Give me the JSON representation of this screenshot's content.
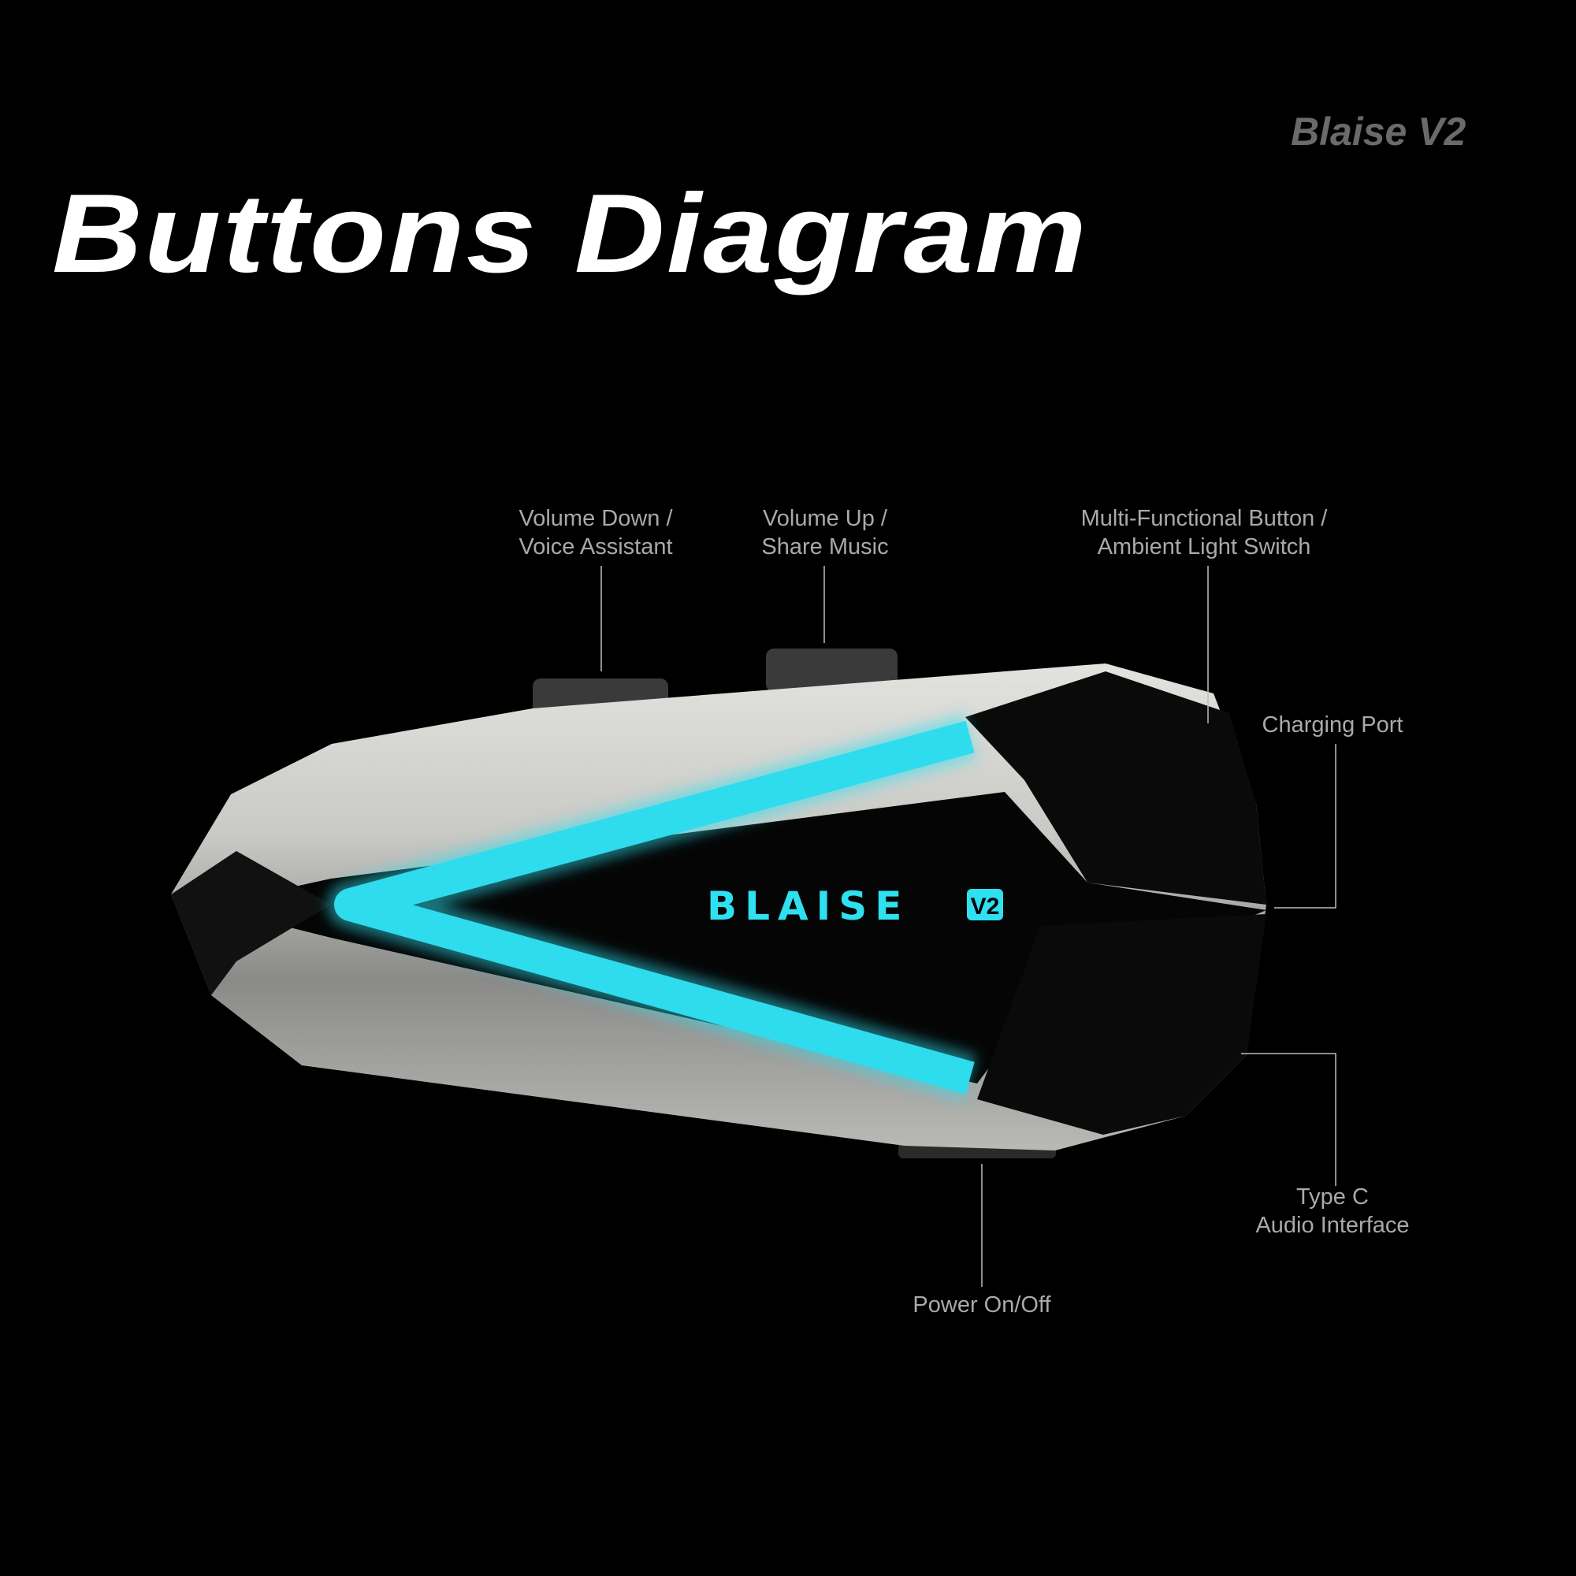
{
  "brand": "Blaise V2",
  "title": "Buttons Diagram",
  "device_logo": {
    "text": "BLAISE",
    "badge": "V2"
  },
  "labels": {
    "volume_down": [
      "Volume Down /",
      "Voice Assistant"
    ],
    "volume_up": [
      "Volume Up /",
      "Share Music"
    ],
    "multi_function": [
      "Multi-Functional Button /",
      "Ambient Light Switch"
    ],
    "charging_port": [
      "Charging Port"
    ],
    "type_c": [
      "Type C",
      "Audio Interface"
    ],
    "power": [
      "Power On/Off"
    ]
  },
  "colors": {
    "accent": "#2ee0f0",
    "label": "#a9a9a9",
    "background": "#000000"
  }
}
